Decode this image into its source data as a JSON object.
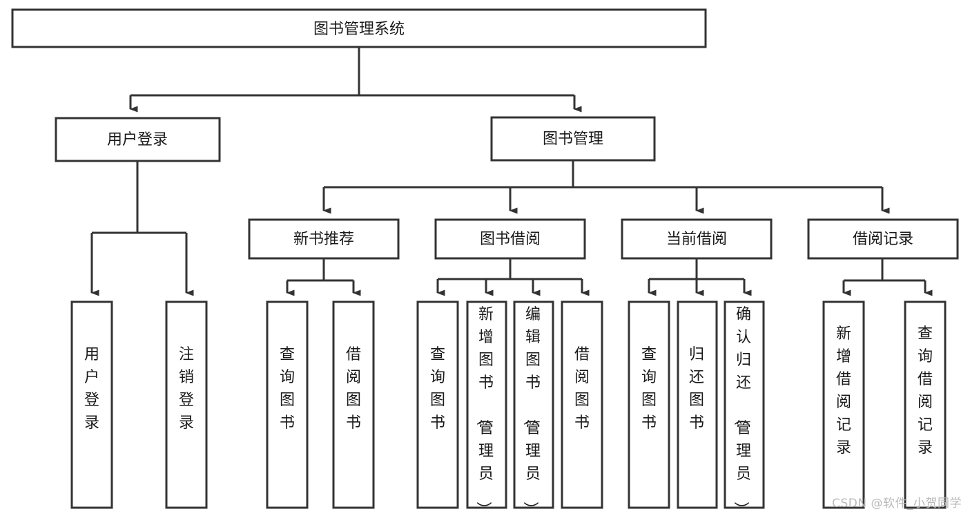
{
  "diagram": {
    "title": "图书管理系统",
    "type": "hierarchy-tree",
    "watermark": "CSDN @软件_小贺同学",
    "colors": {
      "stroke": "#333333",
      "fill": "#ffffff",
      "text": "#1a1a1a",
      "watermark": "#b9b9b9"
    },
    "levels": [
      {
        "level": 1,
        "nodes": [
          {
            "id": "root",
            "label": "图书管理系统",
            "orientation": "horizontal"
          }
        ]
      },
      {
        "level": 2,
        "nodes": [
          {
            "id": "user-login",
            "label": "用户登录",
            "orientation": "horizontal",
            "parent": "root"
          },
          {
            "id": "book-manage",
            "label": "图书管理",
            "orientation": "horizontal",
            "parent": "root"
          }
        ]
      },
      {
        "level": 3,
        "nodes": [
          {
            "id": "new-book-rec",
            "label": "新书推荐",
            "orientation": "horizontal",
            "parent": "book-manage"
          },
          {
            "id": "book-borrow",
            "label": "图书借阅",
            "orientation": "horizontal",
            "parent": "book-manage"
          },
          {
            "id": "current-borrow",
            "label": "当前借阅",
            "orientation": "horizontal",
            "parent": "book-manage"
          },
          {
            "id": "borrow-record",
            "label": "借阅记录",
            "orientation": "horizontal",
            "parent": "book-manage"
          }
        ]
      },
      {
        "level": 4,
        "nodes": [
          {
            "id": "leaf-1",
            "label": "用户登录",
            "orientation": "vertical",
            "parent": "user-login"
          },
          {
            "id": "leaf-2",
            "label": "注销登录",
            "orientation": "vertical",
            "parent": "user-login"
          },
          {
            "id": "leaf-3",
            "label": "查询图书",
            "orientation": "vertical",
            "parent": "new-book-rec"
          },
          {
            "id": "leaf-4",
            "label": "借阅图书",
            "orientation": "vertical",
            "parent": "new-book-rec"
          },
          {
            "id": "leaf-5",
            "label": "查询图书",
            "orientation": "vertical",
            "parent": "book-borrow"
          },
          {
            "id": "leaf-6",
            "label": "新增图书（管理员）",
            "orientation": "vertical",
            "parent": "book-borrow"
          },
          {
            "id": "leaf-7",
            "label": "编辑图书（管理员）",
            "orientation": "vertical",
            "parent": "book-borrow"
          },
          {
            "id": "leaf-8",
            "label": "借阅图书",
            "orientation": "vertical",
            "parent": "book-borrow"
          },
          {
            "id": "leaf-9",
            "label": "查询图书",
            "orientation": "vertical",
            "parent": "current-borrow"
          },
          {
            "id": "leaf-10",
            "label": "归还图书",
            "orientation": "vertical",
            "parent": "current-borrow"
          },
          {
            "id": "leaf-11",
            "label": "确认归还（管理员）",
            "orientation": "vertical",
            "parent": "current-borrow"
          },
          {
            "id": "leaf-12",
            "label": "新增借阅记录",
            "orientation": "vertical",
            "parent": "borrow-record"
          },
          {
            "id": "leaf-13",
            "label": "查询借阅记录",
            "orientation": "vertical",
            "parent": "borrow-record"
          }
        ]
      }
    ]
  }
}
